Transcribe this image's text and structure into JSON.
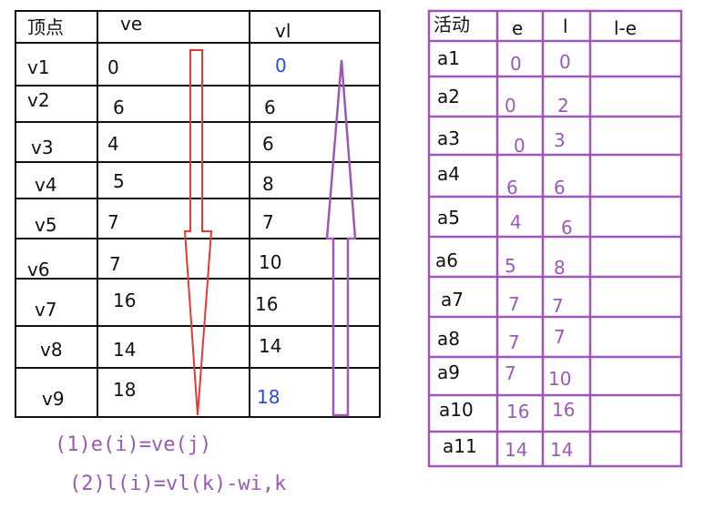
{
  "left_table": {
    "headers": {
      "vertex": "顶点",
      "ve": "ve",
      "vl": "vl"
    },
    "rows": [
      {
        "vertex": "v1",
        "ve": "0",
        "vl": "0"
      },
      {
        "vertex": "v2",
        "ve": "6",
        "vl": "6"
      },
      {
        "vertex": "v3",
        "ve": "4",
        "vl": "6"
      },
      {
        "vertex": "v4",
        "ve": "5",
        "vl": "8"
      },
      {
        "vertex": "v5",
        "ve": "7",
        "vl": "7"
      },
      {
        "vertex": "v6",
        "ve": "7",
        "vl": "10"
      },
      {
        "vertex": "v7",
        "ve": "16",
        "vl": "16"
      },
      {
        "vertex": "v8",
        "ve": "14",
        "vl": "14"
      },
      {
        "vertex": "v9",
        "ve": "18",
        "vl": "18"
      }
    ]
  },
  "right_table": {
    "headers": {
      "activity": "活动",
      "e": "e",
      "l": "l",
      "diff": "l-e"
    },
    "rows": [
      {
        "activity": "a1",
        "e": "0",
        "l": "0"
      },
      {
        "activity": "a2",
        "e": "0",
        "l": "2"
      },
      {
        "activity": "a3",
        "e": "0",
        "l": "3"
      },
      {
        "activity": "a4",
        "e": "6",
        "l": "6"
      },
      {
        "activity": "a5",
        "e": "4",
        "l": "6"
      },
      {
        "activity": "a6",
        "e": "5",
        "l": "8"
      },
      {
        "activity": "a7",
        "e": "7",
        "l": "7"
      },
      {
        "activity": "a8",
        "e": "7",
        "l": "7"
      },
      {
        "activity": "a9",
        "e": "7",
        "l": "10"
      },
      {
        "activity": "a10",
        "e": "16",
        "l": "16"
      },
      {
        "activity": "a11",
        "e": "14",
        "l": "14"
      }
    ]
  },
  "formulas": {
    "line1": "(1)e(i)=ve(j)",
    "line2": "(2)l(i)=vl(k)-wi,k"
  },
  "colors": {
    "forward_arrow": "#e53935",
    "backward_arrow": "#9b59b6",
    "handwritten": "#9b59b6",
    "highlight_value": "#2a4bd7"
  }
}
